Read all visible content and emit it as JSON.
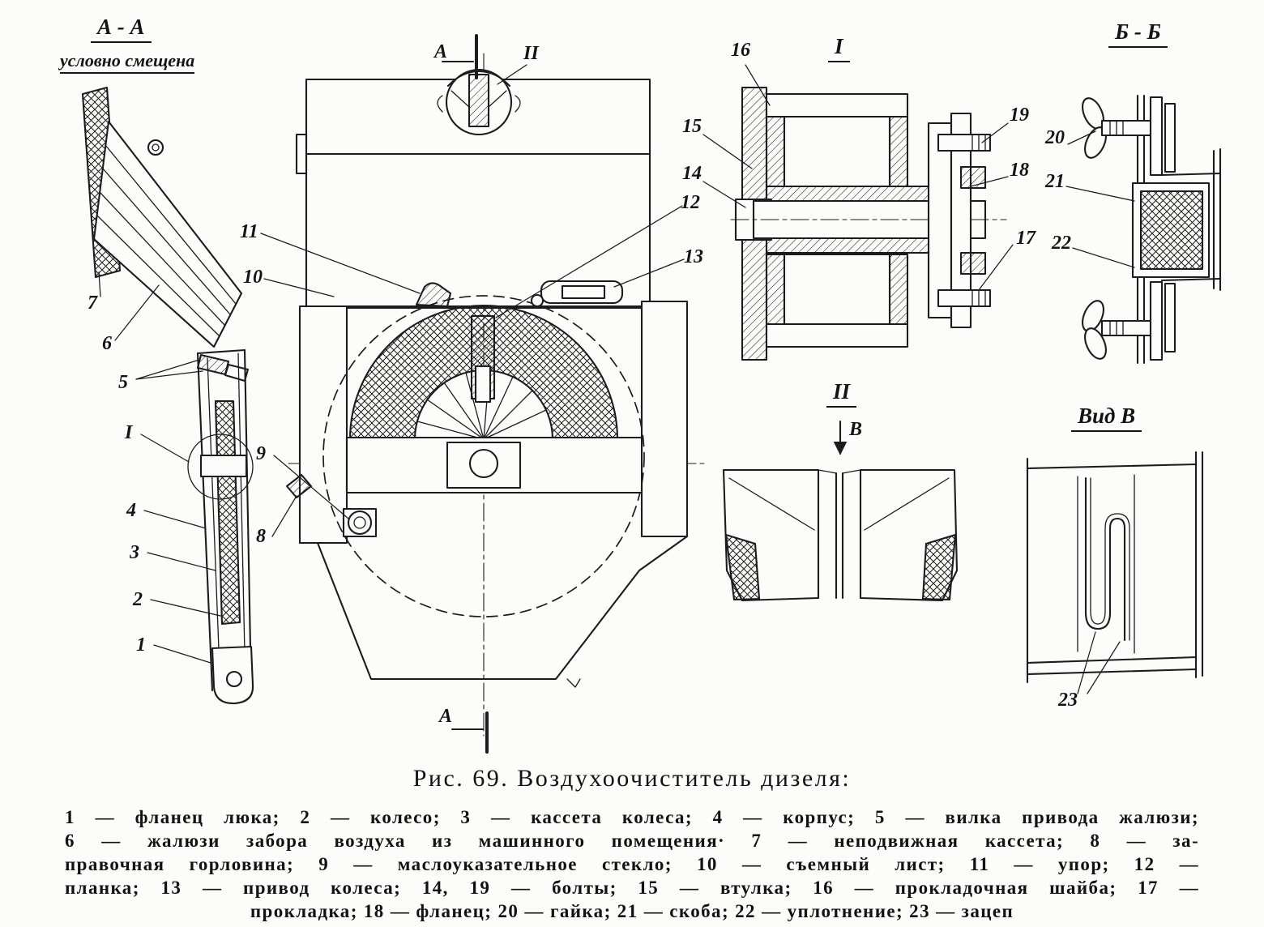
{
  "figure": {
    "caption_title": "Рис. 69. Воздухоочиститель дизеля:",
    "legend_lines": [
      "1 — фланец люка; 2 — колесо; 3 — кассета колеса; 4 — корпус; 5 — вилка привода жалюзи;",
      "6 — жалюзи забора воздуха из машинного помещения· 7 — неподвижная кассета; 8 — за-",
      "правочная горловина; 9 — маслоуказательное стекло; 10 — съемный лист; 11 — упор; 12 —",
      "планка; 13 — привод колеса; 14, 19 — болты; 15 — втулка; 16 — прокладочная шайба; 17 —",
      "прокладка; 18 — фланец; 20 — гайка; 21 — скоба; 22 — уплотнение; 23 — зацеп"
    ]
  },
  "views": {
    "section_aa": {
      "title": "А - А",
      "subtitle": "условно смещена"
    },
    "main_view": {
      "section_mark_top": "А",
      "section_mark_bottom": "А",
      "detail_mark": "II"
    },
    "detail_i": {
      "title": "I"
    },
    "section_bb": {
      "title": "Б - Б"
    },
    "view_ii": {
      "title": "II",
      "direction_label": "В"
    },
    "view_b": {
      "title": "Вид В"
    }
  },
  "callouts": {
    "c1": "1",
    "c2": "2",
    "c3": "3",
    "c4": "4",
    "c5": "5",
    "c6": "6",
    "c7": "7",
    "c8": "8",
    "c9": "9",
    "c10": "10",
    "c11": "11",
    "c12": "12",
    "c13": "13",
    "c14": "14",
    "c15": "15",
    "c16": "16",
    "c17": "17",
    "c18": "18",
    "c19": "19",
    "c20": "20",
    "c21": "21",
    "c22": "22",
    "c23": "23",
    "detail_marker": "I"
  }
}
